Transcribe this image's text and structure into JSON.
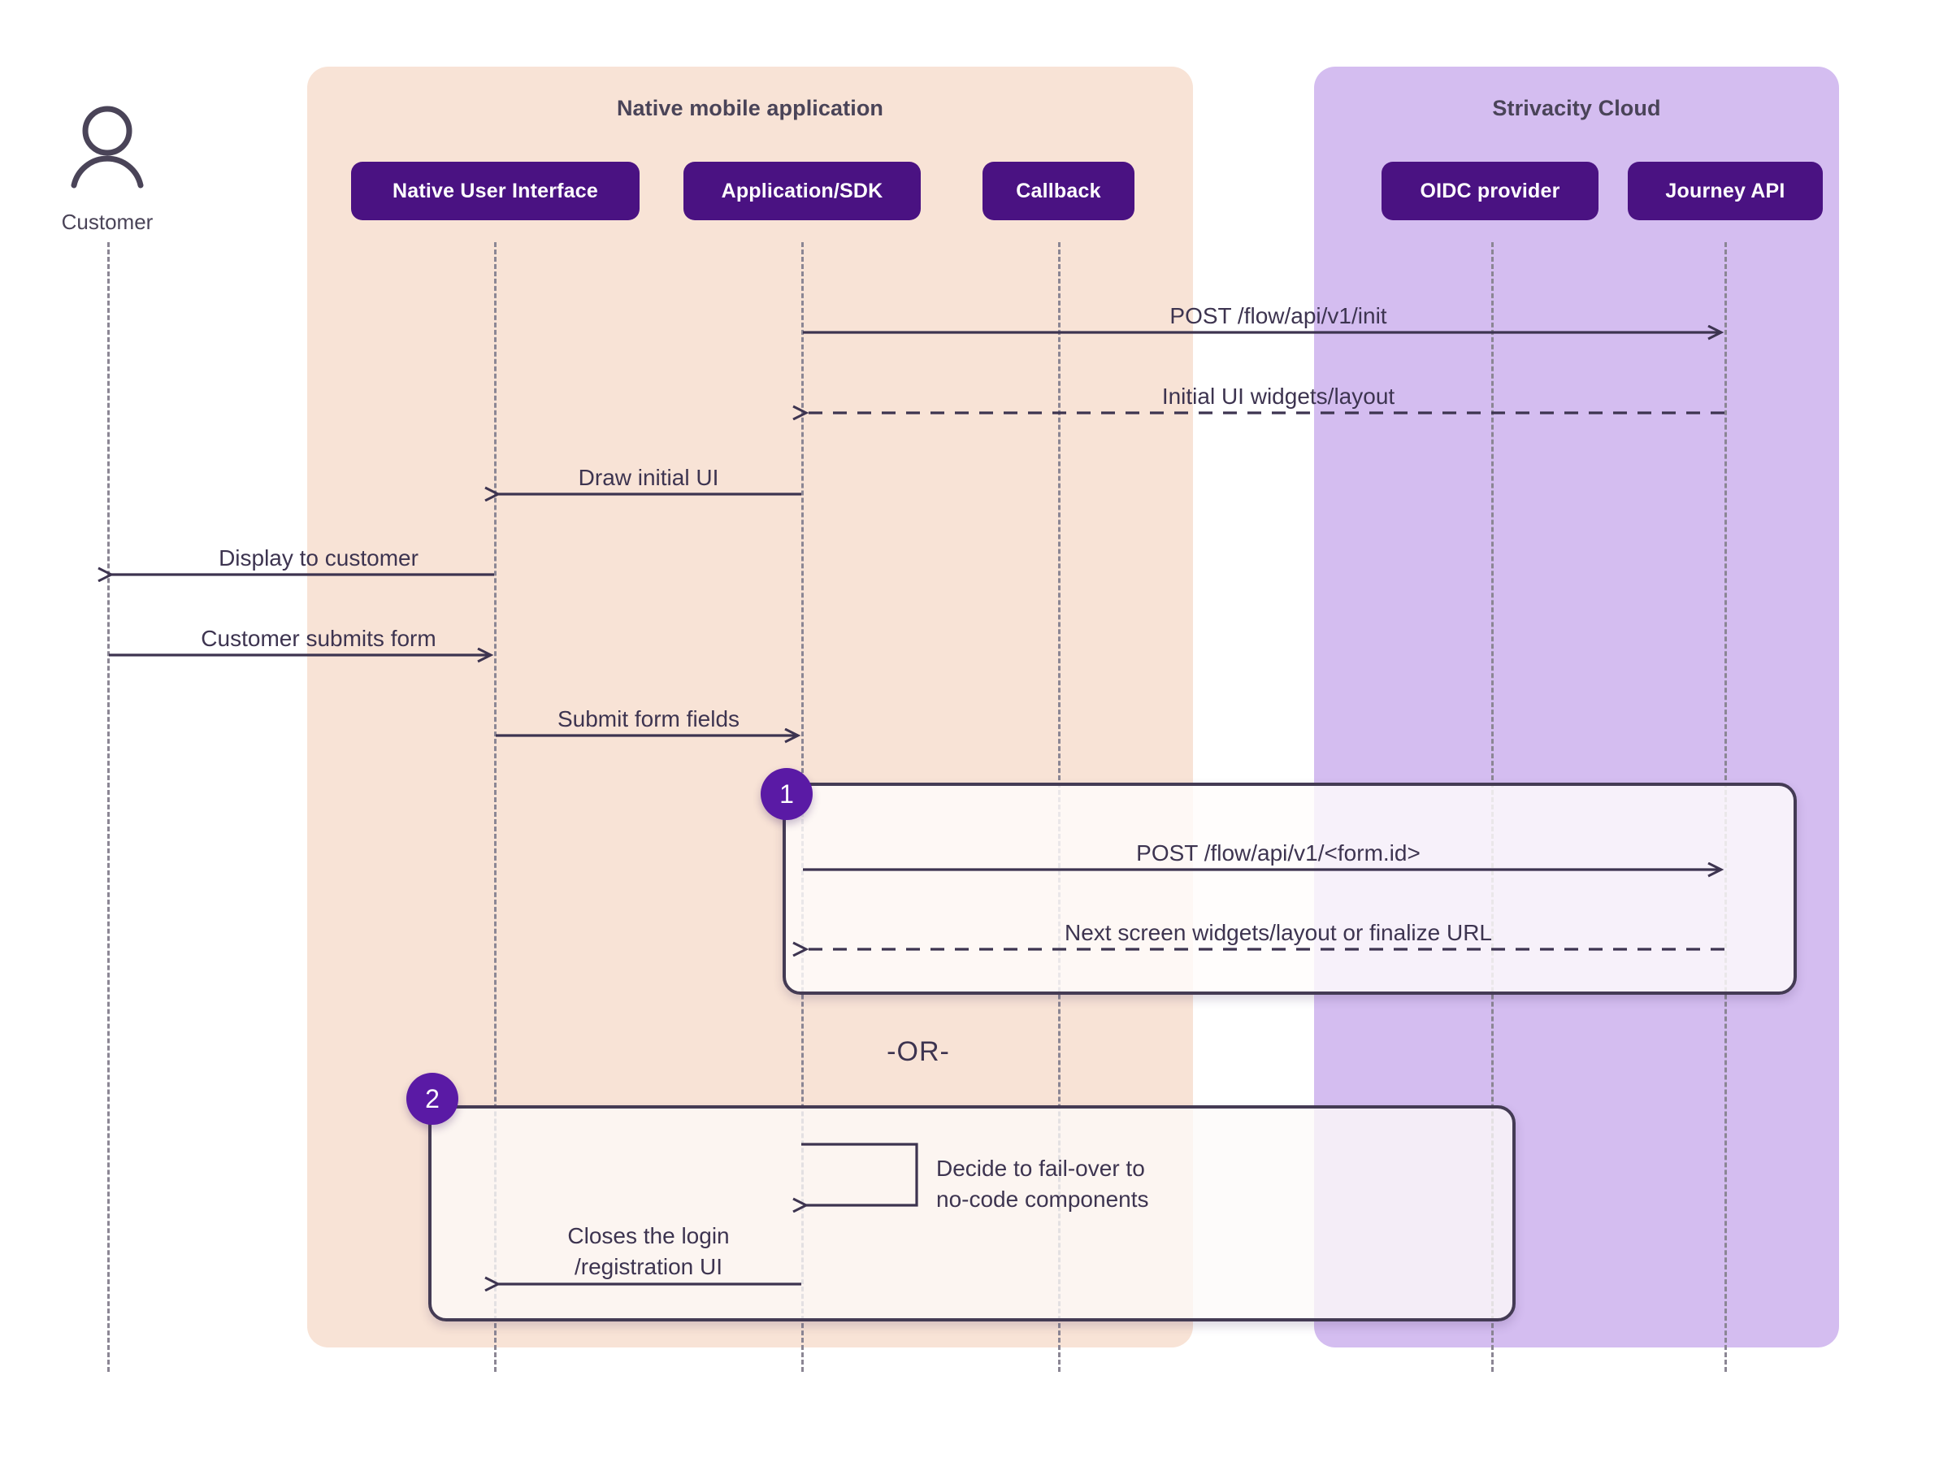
{
  "diagram": {
    "type": "sequence-diagram",
    "background": "#ffffff",
    "accent_purple": "#4a1282",
    "badge_purple": "#5a1aa5",
    "line_color": "#3d3450",
    "lifeline_color": "#8b8694"
  },
  "groups": [
    {
      "id": "native",
      "title": "Native mobile application",
      "fill": "#f8e3d6"
    },
    {
      "id": "cloud",
      "title": "Strivacity Cloud",
      "fill": "#d4bdf0"
    }
  ],
  "actor": {
    "name": "Customer",
    "icon": "person-icon"
  },
  "participants": [
    {
      "id": "native-ui",
      "label": "Native User Interface",
      "group": "native"
    },
    {
      "id": "app-sdk",
      "label": "Application/SDK",
      "group": "native"
    },
    {
      "id": "callback",
      "label": "Callback",
      "group": "native"
    },
    {
      "id": "oidc",
      "label": "OIDC provider",
      "group": "cloud"
    },
    {
      "id": "journey",
      "label": "Journey API",
      "group": "cloud"
    }
  ],
  "messages": [
    {
      "id": "m1",
      "text": "POST /flow/api/v1/init",
      "from": "app-sdk",
      "to": "journey",
      "style": "solid",
      "direction": "right"
    },
    {
      "id": "m2",
      "text": "Initial UI widgets/layout",
      "from": "journey",
      "to": "app-sdk",
      "style": "dashed",
      "direction": "left"
    },
    {
      "id": "m3",
      "text": "Draw initial UI",
      "from": "app-sdk",
      "to": "native-ui",
      "style": "solid",
      "direction": "left"
    },
    {
      "id": "m4",
      "text": "Display to customer",
      "from": "native-ui",
      "to": "actor",
      "style": "solid",
      "direction": "left"
    },
    {
      "id": "m5",
      "text": "Customer submits form",
      "from": "actor",
      "to": "native-ui",
      "style": "solid",
      "direction": "right"
    },
    {
      "id": "m6",
      "text": "Submit form fields",
      "from": "native-ui",
      "to": "app-sdk",
      "style": "solid",
      "direction": "right"
    },
    {
      "id": "m7",
      "text": "POST /flow/api/v1/<form.id>",
      "from": "app-sdk",
      "to": "journey",
      "style": "solid",
      "direction": "right",
      "fragment": "1"
    },
    {
      "id": "m8",
      "text": "Next screen widgets/layout or finalize URL",
      "from": "journey",
      "to": "app-sdk",
      "style": "dashed",
      "direction": "left",
      "fragment": "1"
    },
    {
      "id": "m9",
      "text": "Decide to fail-over to\nno-code components",
      "from": "app-sdk",
      "to": "app-sdk",
      "style": "solid",
      "direction": "self",
      "fragment": "2"
    },
    {
      "id": "m10",
      "text": "Closes the login\n/registration UI",
      "from": "app-sdk",
      "to": "native-ui",
      "style": "solid",
      "direction": "left",
      "fragment": "2"
    }
  ],
  "fragments": [
    {
      "id": "f1",
      "badge": "1"
    },
    {
      "id": "f2",
      "badge": "2"
    }
  ],
  "divider": {
    "text": "-OR-"
  }
}
